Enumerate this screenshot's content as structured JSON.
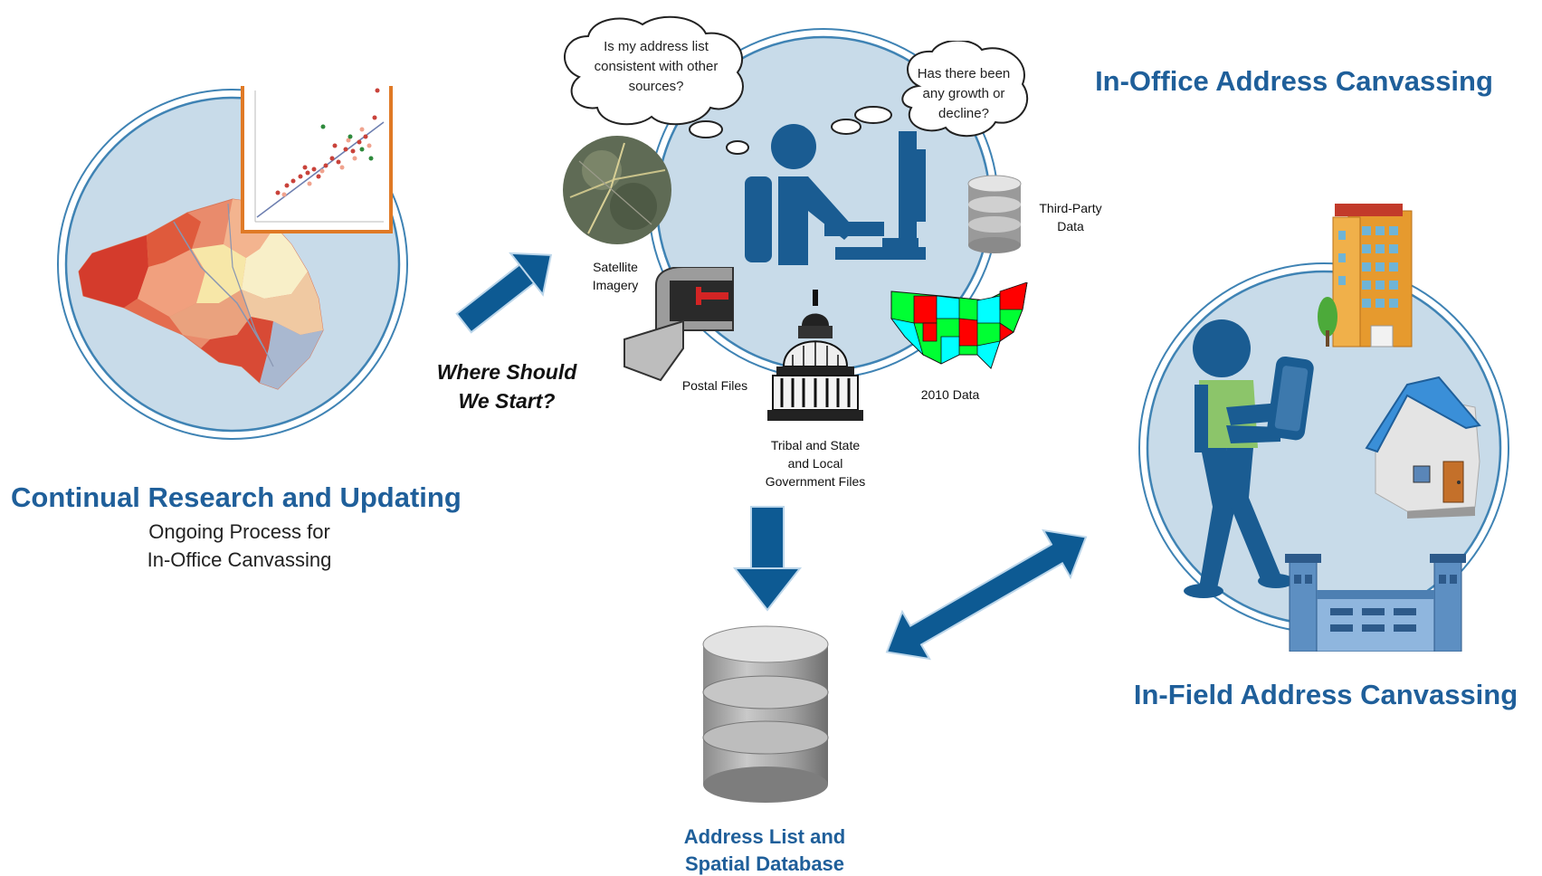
{
  "sections": {
    "research": {
      "title": "Continual Research and Updating",
      "subtitle_line1": "Ongoing Process for",
      "subtitle_line2": "In-Office Canvassing"
    },
    "in_office": {
      "title": "In-Office Address Canvassing"
    },
    "in_field": {
      "title": "In-Field Address Canvassing"
    },
    "database": {
      "line1": "Address List and",
      "line2": "Spatial Database"
    }
  },
  "question": {
    "line1": "Where Should",
    "line2": "We Start?"
  },
  "thought_bubbles": {
    "left": {
      "line1": "Is my address list",
      "line2": "consistent with other",
      "line3": "sources?"
    },
    "right": {
      "line1": "Has there been",
      "line2": "any growth or",
      "line3": "decline?"
    }
  },
  "sources": {
    "satellite": {
      "line1": "Satellite",
      "line2": "Imagery"
    },
    "third_party": {
      "line1": "Third-Party",
      "line2": "Data"
    },
    "postal": {
      "label": "Postal Files"
    },
    "government": {
      "line1": "Tribal and State",
      "line2": "and Local",
      "line3": "Government Files"
    },
    "census": {
      "label": "2010 Data"
    }
  },
  "colors": {
    "title_blue": "#1f5f9a",
    "arrow_blue": "#0d5a93",
    "circle_fill": "#c8dbe9",
    "circle_ring": "#3f83b4",
    "figure_blue": "#1a5c92"
  }
}
